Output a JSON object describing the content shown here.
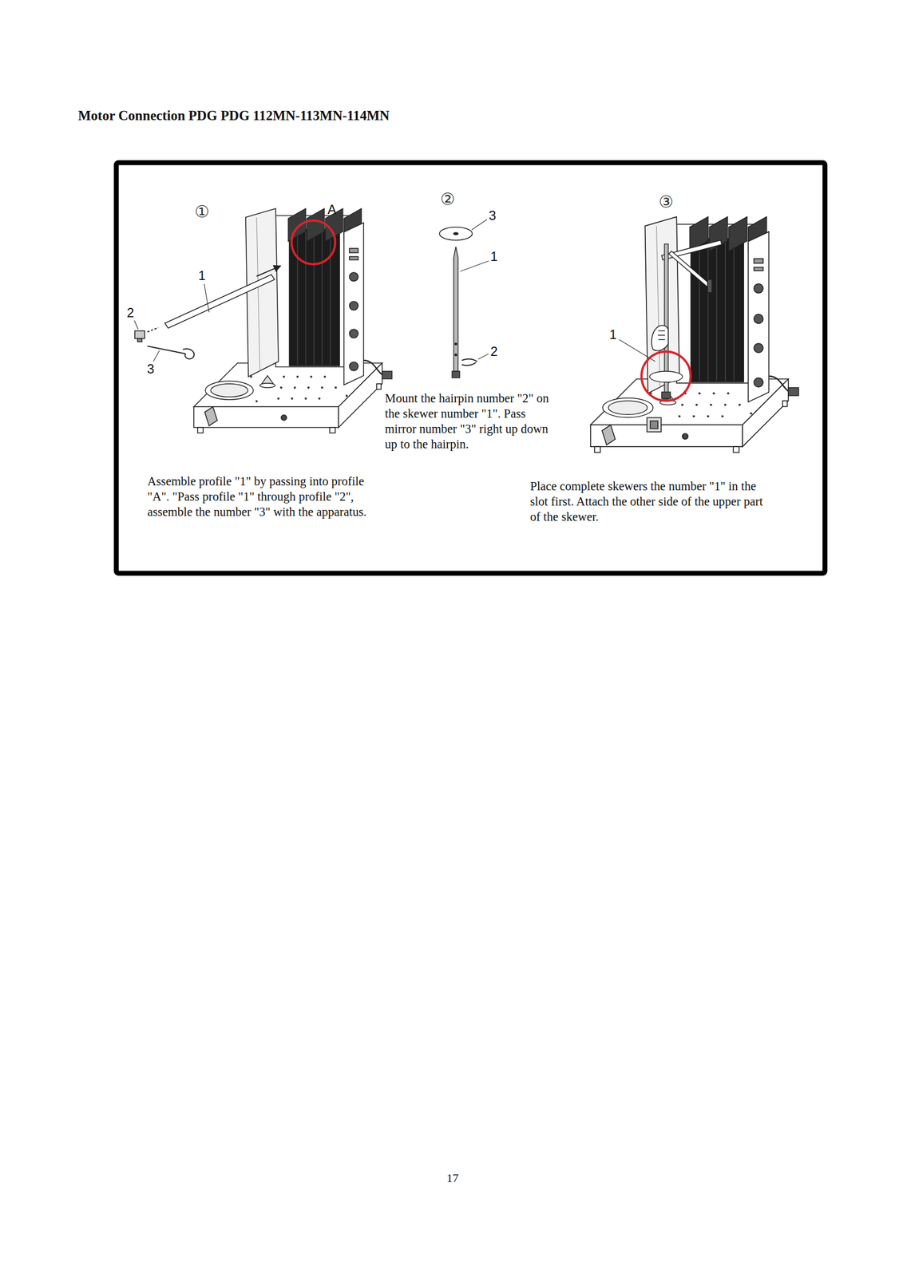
{
  "diagram": {
    "title": "Motor Connection PDG PDG 112MN-113MN-114MN",
    "labels": [
      "①",
      "A",
      "1",
      "2",
      "3",
      "Assemble profile \"1\" by passing into profile \"A\". \"Pass profile \"1\" through profile \"2\", assemble the number \"3\" with the apparatus.",
      "②",
      "3",
      "1",
      "2",
      "Mount the hairpin number \"2\" on the skewer number \"1\". Pass mirror number \"3\" right up down up to the hairpin.",
      "③",
      "1",
      "Place complete skewers the number \"1\" in the slot first. Attach the other side of the upper part of the skewer.",
      "17"
    ]
  }
}
